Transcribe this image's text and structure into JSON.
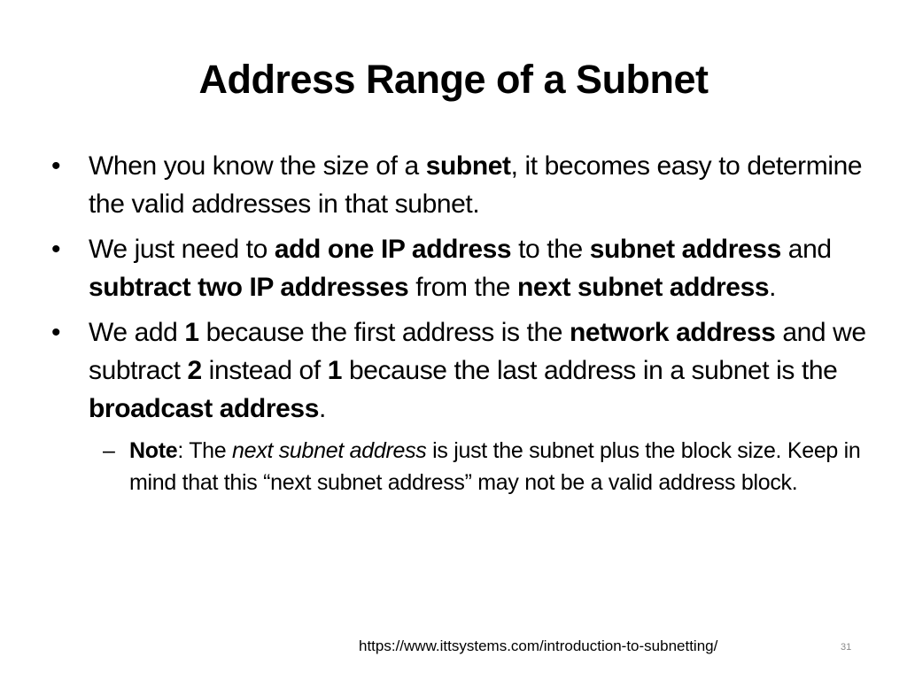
{
  "slide": {
    "title": "Address Range of a Subnet",
    "bullets": [
      {
        "segments": [
          {
            "text": "When you know the size of a ",
            "bold": false
          },
          {
            "text": "subnet",
            "bold": true
          },
          {
            "text": ", it becomes easy to determine the valid addresses in that subnet.",
            "bold": false
          }
        ]
      },
      {
        "segments": [
          {
            "text": "We just need to ",
            "bold": false
          },
          {
            "text": "add one IP address",
            "bold": true
          },
          {
            "text": " to the ",
            "bold": false
          },
          {
            "text": "subnet address",
            "bold": true
          },
          {
            "text": " and ",
            "bold": false
          },
          {
            "text": "subtract two IP addresses",
            "bold": true
          },
          {
            "text": " from the ",
            "bold": false
          },
          {
            "text": "next subnet address",
            "bold": true
          },
          {
            "text": ".",
            "bold": false
          }
        ]
      },
      {
        "segments": [
          {
            "text": "We add ",
            "bold": false
          },
          {
            "text": "1",
            "bold": true
          },
          {
            "text": " because the first address is the ",
            "bold": false
          },
          {
            "text": "network address",
            "bold": true
          },
          {
            "text": " and we subtract ",
            "bold": false
          },
          {
            "text": "2",
            "bold": true
          },
          {
            "text": " instead of ",
            "bold": false
          },
          {
            "text": "1",
            "bold": true
          },
          {
            "text": " because the last address in a subnet is the ",
            "bold": false
          },
          {
            "text": "broadcast address",
            "bold": true
          },
          {
            "text": ".",
            "bold": false
          }
        ]
      }
    ],
    "note": {
      "label": "Note",
      "sep": ": The ",
      "italic": "next subnet address",
      "rest": " is just the subnet plus the block size. Keep in mind that this “next subnet address” may not be a valid address block."
    },
    "bullet_glyph": "•",
    "dash_glyph": "–",
    "footer_link": "https://www.ittsystems.com/introduction-to-subnetting/",
    "page_number": "31"
  }
}
